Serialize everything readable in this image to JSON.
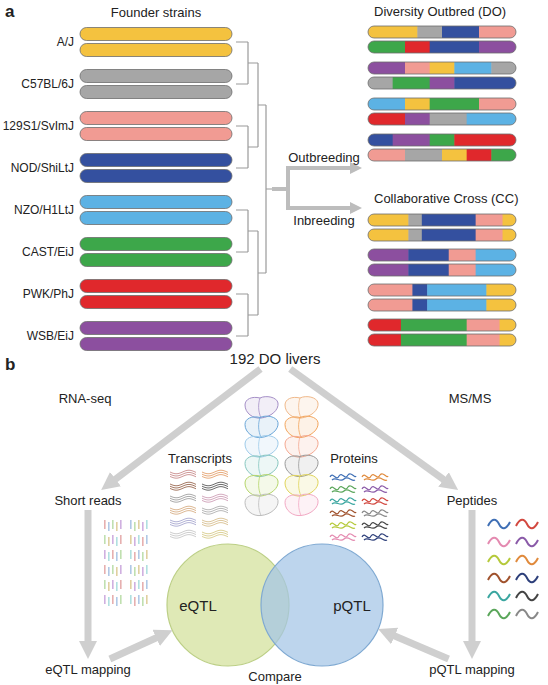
{
  "diagram": {
    "nodes": [
      {
        "text": [
          "Founder strains"
        ]
      },
      {
        "text": [
          "Diversity Outbred (DO)"
        ]
      },
      {
        "text": [
          "Collaborative Cross (CC)"
        ]
      },
      {
        "text": [
          "192 DO livers"
        ]
      },
      {
        "text": [
          "Short reads"
        ]
      },
      {
        "text": [
          "Peptides"
        ]
      },
      {
        "text": [
          "eQTL"
        ]
      },
      {
        "text": [
          "pQTL"
        ]
      },
      {
        "text": [
          "eQTL mapping"
        ]
      },
      {
        "text": [
          "pQTL mapping"
        ]
      }
    ],
    "edges": [
      {
        "from": 0,
        "to": 1,
        "arrow": "to",
        "label": "Outbreeding"
      },
      {
        "from": 0,
        "to": 2,
        "arrow": "to",
        "label": "Inbreeding"
      },
      {
        "from": 3,
        "to": 4,
        "arrow": "to"
      },
      {
        "from": 3,
        "to": 5,
        "arrow": "to"
      },
      {
        "from": 4,
        "to": 8,
        "arrow": "to"
      },
      {
        "from": 5,
        "to": 9,
        "arrow": "to"
      },
      {
        "from": 8,
        "to": 6,
        "arrow": "to"
      },
      {
        "from": 9,
        "to": 7,
        "arrow": "to"
      }
    ],
    "labels": [
      "a",
      "A/J",
      "C57BL/6J",
      "129S1/SvImJ",
      "NOD/ShiLtJ",
      "NZO/H1LtJ",
      "CAST/EiJ",
      "PWK/PhJ",
      "WSB/EiJ",
      "b",
      "RNA-seq",
      "MS/MS",
      "Transcripts",
      "Proteins",
      "Compare"
    ]
  }
}
